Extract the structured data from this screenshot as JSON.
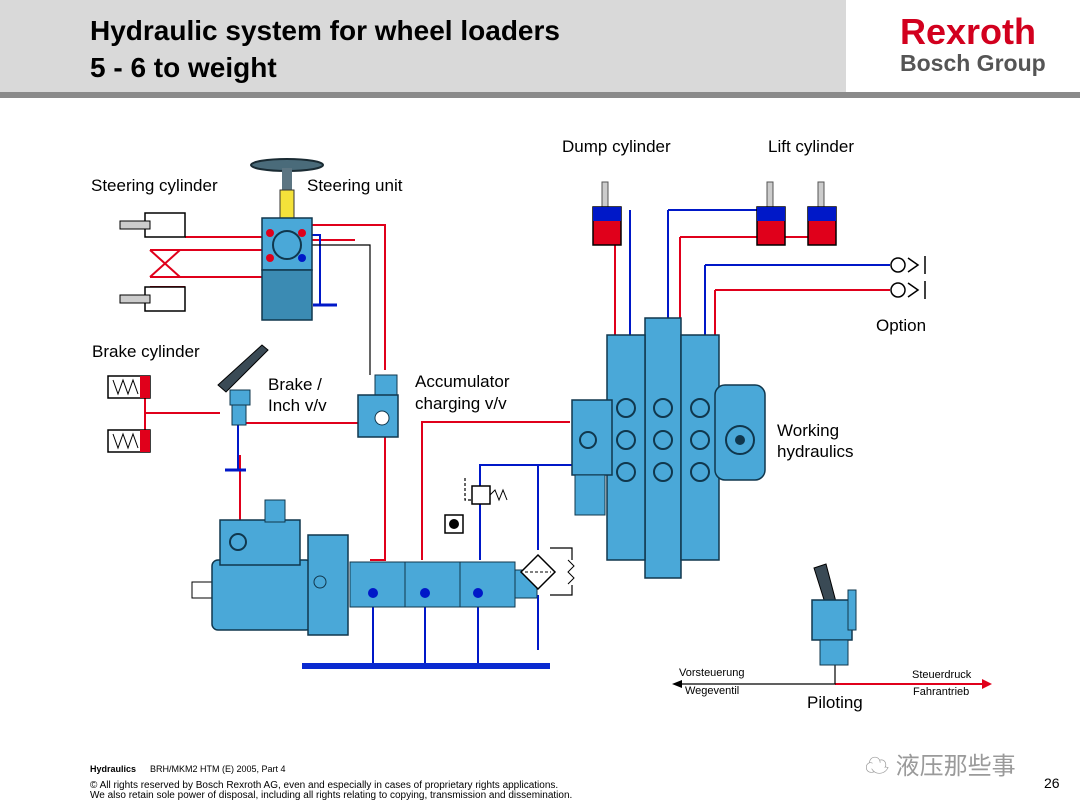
{
  "header": {
    "title_line1": "Hydraulic system for wheel loaders",
    "title_line2": "5 - 6 to weight"
  },
  "logo": {
    "main": "Rexroth",
    "sub": "Bosch Group",
    "color": "#d2001e"
  },
  "labels": {
    "dump_cylinder": "Dump cylinder",
    "lift_cylinder": "Lift cylinder",
    "steering_cylinder": "Steering cylinder",
    "steering_unit": "Steering unit",
    "option": "Option",
    "brake_cylinder": "Brake cylinder",
    "brake_inch_line1": "Brake /",
    "brake_inch_line2": "Inch v/v",
    "accumulator_line1": "Accumulator",
    "accumulator_line2": "charging v/v",
    "working_line1": "Working",
    "working_line2": "hydraulics",
    "vorsteuerung": "Vorsteuerung",
    "wegeventil": "Wegeventil",
    "steuerdruck": "Steuerdruck",
    "fahrantrieb": "Fahrantrieb",
    "piloting": "Piloting"
  },
  "colors": {
    "pressure_line": "#e0001b",
    "return_line": "#0018c8",
    "component": "#4aa8d8",
    "tank": "#0a2ad0"
  },
  "footer": {
    "company": "Hydraulics",
    "ref": "BRH/MKM2  HTM (E) 2005, Part 4",
    "rights_line1": "© All rights reserved by Bosch Rexroth AG, even and especially in cases of proprietary rights applications.",
    "rights_line2": "We also retain sole power of disposal, including all rights relating to copying, transmission and dissemination.",
    "page_number": "26"
  },
  "watermark": "液压那些事"
}
